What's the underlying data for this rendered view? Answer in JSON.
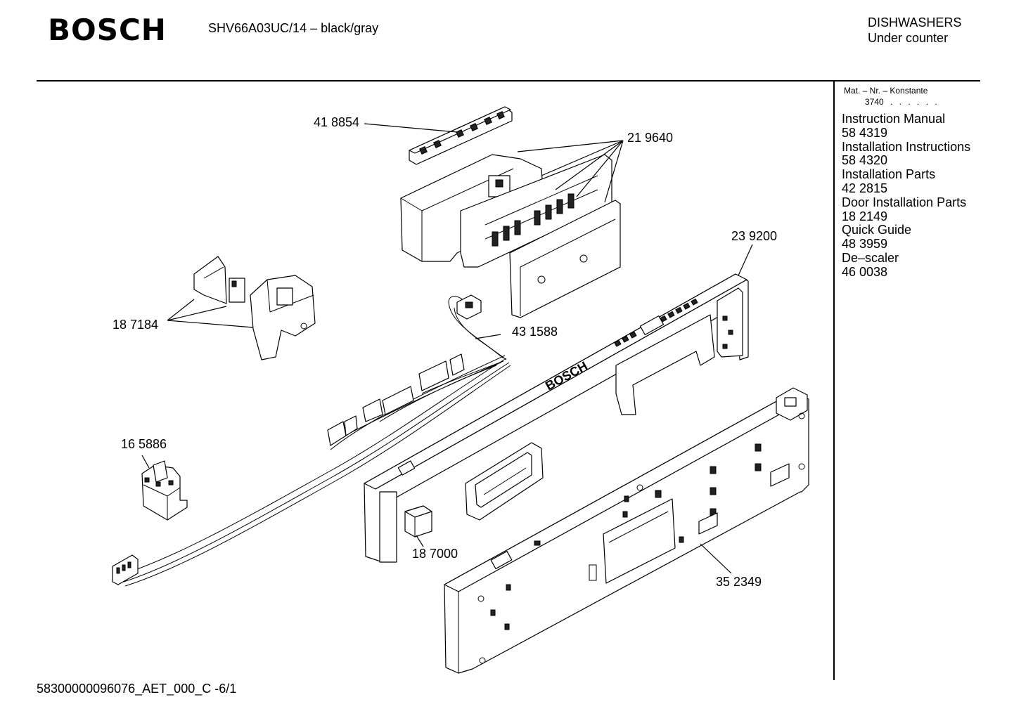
{
  "header": {
    "brand": "BOSCH",
    "model": "SHV66A03UC/14 – black/gray",
    "category_line1": "DISHWASHERS",
    "category_line2": "Under counter"
  },
  "sidebar": {
    "mat_label": "Mat. – Nr. – Konstante",
    "mat_code": "3740",
    "mat_dots": ". . . . . .",
    "documents": [
      {
        "title": "Instruction Manual",
        "number": "58 4319"
      },
      {
        "title": "Installation Instructions",
        "number": "58 4320"
      },
      {
        "title": "Installation Parts",
        "number": "42 2815"
      },
      {
        "title": "Door Installation Parts",
        "number": "18 2149"
      },
      {
        "title": "Quick Guide",
        "number": "48 3959"
      },
      {
        "title": "De–scaler",
        "number": "46 0038"
      }
    ]
  },
  "parts": {
    "p418854": "41 8854",
    "p219640": "21 9640",
    "p187184": "18 7184",
    "p431588": "43 1588",
    "p239200": "23 9200",
    "p165886": "16 5886",
    "p187000": "18 7000",
    "p352349": "35 2349",
    "panel_brand": "BOSCH"
  },
  "footer": {
    "code": "58300000096076_AET_000_C   -6/1"
  }
}
